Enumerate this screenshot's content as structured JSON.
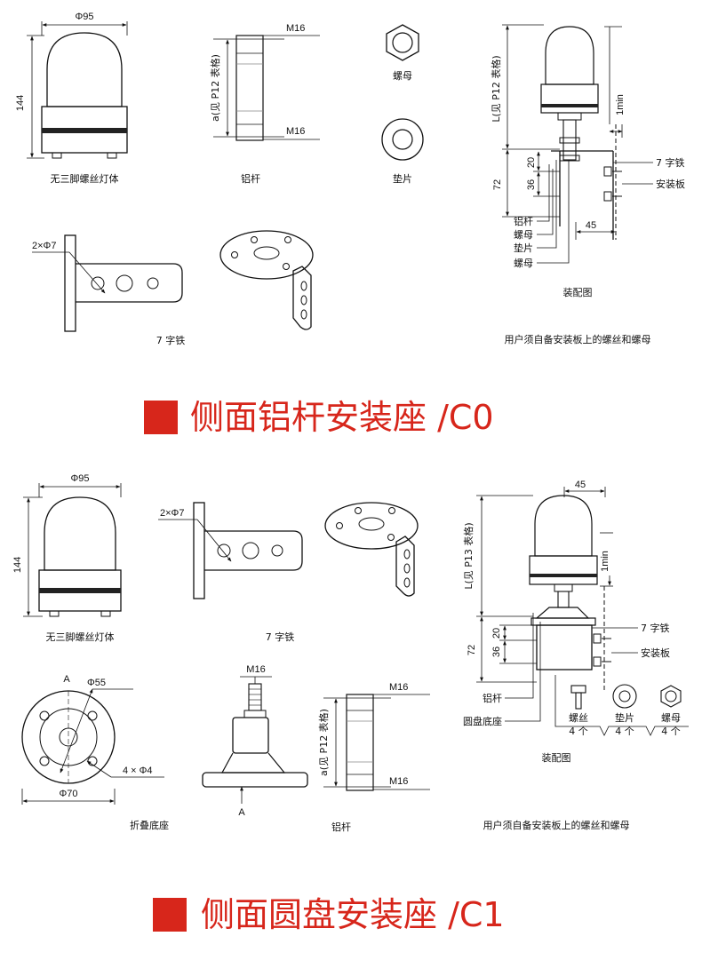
{
  "section_c0": {
    "heading": "侧面铝杆安装座 /C0",
    "lamp": {
      "width_dim": "Φ95",
      "height_dim": "144",
      "caption": "无三脚螺丝灯体"
    },
    "rod": {
      "top_thread": "M16",
      "bottom_thread": "M16",
      "length_label": "a(见 P12 表格)",
      "caption": "铝杆"
    },
    "nut_caption": "螺母",
    "washer_caption": "垫片",
    "bracket": {
      "hole_dim": "2×Φ7",
      "caption": "7 字铁"
    },
    "assembly": {
      "length_label": "L(见 P12 表格)",
      "gap_dim": "1min",
      "dim_20": "20",
      "dim_36": "36",
      "dim_72": "72",
      "dim_45": "45",
      "callout_bracket": "7 字铁",
      "callout_plate": "安装板",
      "callout_rod": "铝杆",
      "callout_nut1": "螺母",
      "callout_washer": "垫片",
      "callout_nut2": "螺母",
      "caption": "装配图",
      "note": "用户须自备安装板上的螺丝和螺母"
    }
  },
  "section_c1": {
    "heading": "侧面圆盘安装座 /C1",
    "lamp": {
      "width_dim": "Φ95",
      "height_dim": "144",
      "caption": "无三脚螺丝灯体"
    },
    "bracket": {
      "hole_dim": "2×Φ7",
      "caption": "7 字铁"
    },
    "base_top": {
      "marker": "A",
      "pcd_dim": "Φ55",
      "hole_dim": "4 × Φ4",
      "outer_dim": "Φ70",
      "caption": "折叠底座"
    },
    "base_side": {
      "thread": "M16",
      "marker": "A"
    },
    "rod": {
      "top_thread": "M16",
      "bottom_thread": "M16",
      "length_label": "a(见 P12 表格)",
      "caption": "铝杆"
    },
    "assembly": {
      "dim_45": "45",
      "length_label": "L(见 P13 表格)",
      "gap_dim": "1min",
      "dim_20": "20",
      "dim_36": "36",
      "dim_72": "72",
      "callout_bracket": "7 字铁",
      "callout_plate": "安装板",
      "callout_rod": "铝杆",
      "callout_base": "圆盘底座",
      "parts": [
        {
          "name": "螺丝",
          "qty": "4 个"
        },
        {
          "name": "垫片",
          "qty": "4 个"
        },
        {
          "name": "螺母",
          "qty": "4 个"
        }
      ],
      "caption": "装配图",
      "note": "用户须自备安装板上的螺丝和螺母"
    }
  }
}
